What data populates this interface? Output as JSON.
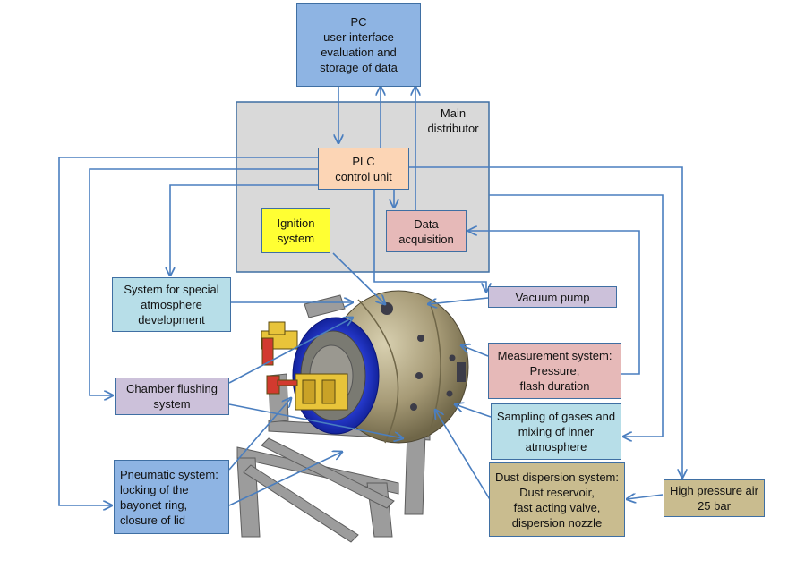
{
  "colors": {
    "connector": "#4a7ebf",
    "pc_fill": "#8eb4e3",
    "distributor_fill": "#d9d9d9",
    "plc_fill": "#fcd5b5",
    "ignition_fill": "#ffff33",
    "data_acq_fill": "#e6b9b8",
    "light_blue_fill": "#b7dee8",
    "lavender_fill": "#ccc1da",
    "tan_fill": "#c9bc8f"
  },
  "labels": {
    "pc": "PC\nuser interface\nevaluation and\nstorage of data",
    "main_distributor": "Main\ndistributor",
    "plc": "PLC\ncontrol unit",
    "ignition": "Ignition\nsystem",
    "data_acquisition": "Data\nacquisition",
    "special_atmosphere": "System for special\natmosphere\ndevelopment",
    "vacuum_pump": "Vacuum pump",
    "measurement": "Measurement system:\nPressure,\nflash duration",
    "chamber_flushing": "Chamber flushing\nsystem",
    "sampling": "Sampling of gases and\nmixing of inner\natmosphere",
    "pneumatic": "Pneumatic system:\nlocking of the\nbayonet ring,\nclosure of lid",
    "dust_dispersion": "Dust dispersion system:\nDust reservoir,\nfast acting valve,\ndispersion nozzle",
    "high_pressure_air": "High pressure air\n25 bar"
  }
}
